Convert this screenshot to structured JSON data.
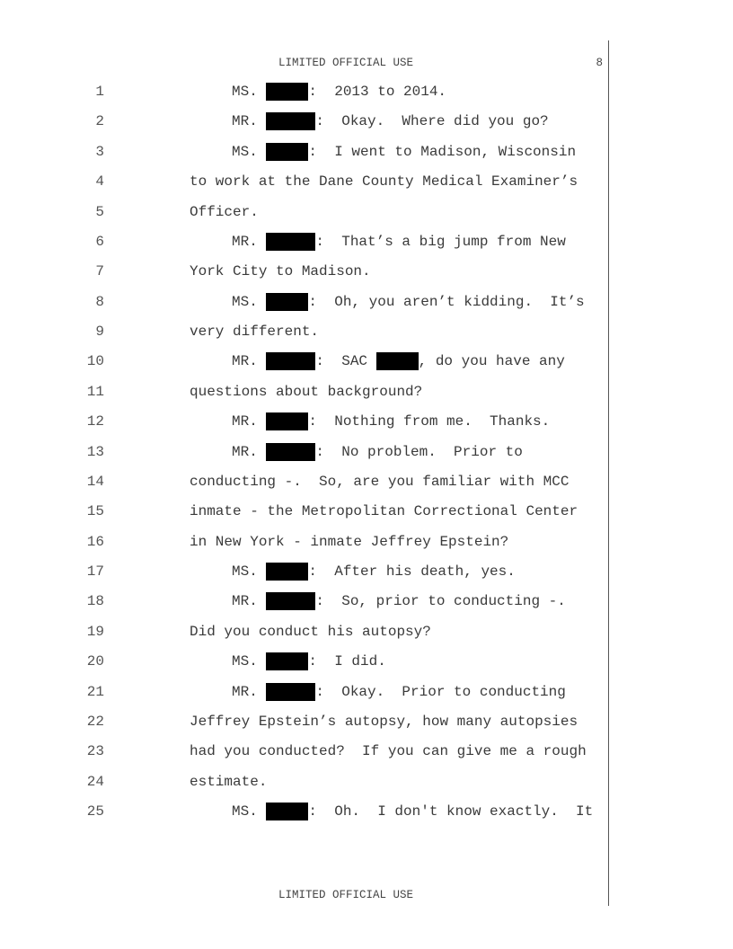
{
  "header": "LIMITED OFFICIAL USE",
  "footer": "LIMITED OFFICIAL USE",
  "page_number": "8",
  "lines": [
    {
      "n": "1",
      "indent": true,
      "seg": [
        {
          "t": "MS. "
        },
        {
          "r": "short"
        },
        {
          "t": ":  2013 to 2014."
        }
      ]
    },
    {
      "n": "2",
      "indent": true,
      "seg": [
        {
          "t": "MR. "
        },
        {
          "r": "long"
        },
        {
          "t": ":  Okay.  Where did you go?"
        }
      ]
    },
    {
      "n": "3",
      "indent": true,
      "seg": [
        {
          "t": "MS. "
        },
        {
          "r": "short"
        },
        {
          "t": ":  I went to Madison, Wisconsin"
        }
      ]
    },
    {
      "n": "4",
      "indent": false,
      "seg": [
        {
          "t": "to work at the Dane County Medical Examiner’s"
        }
      ]
    },
    {
      "n": "5",
      "indent": false,
      "seg": [
        {
          "t": "Officer."
        }
      ]
    },
    {
      "n": "6",
      "indent": true,
      "seg": [
        {
          "t": "MR. "
        },
        {
          "r": "long"
        },
        {
          "t": ":  That’s a big jump from New"
        }
      ]
    },
    {
      "n": "7",
      "indent": false,
      "seg": [
        {
          "t": "York City to Madison."
        }
      ]
    },
    {
      "n": "8",
      "indent": true,
      "seg": [
        {
          "t": "MS. "
        },
        {
          "r": "short"
        },
        {
          "t": ":  Oh, you aren’t kidding.  It’s"
        }
      ]
    },
    {
      "n": "9",
      "indent": false,
      "seg": [
        {
          "t": "very different."
        }
      ]
    },
    {
      "n": "10",
      "indent": true,
      "seg": [
        {
          "t": "MR. "
        },
        {
          "r": "long"
        },
        {
          "t": ":  SAC "
        },
        {
          "r": "short"
        },
        {
          "t": ", do you have any"
        }
      ]
    },
    {
      "n": "11",
      "indent": false,
      "seg": [
        {
          "t": "questions about background?"
        }
      ]
    },
    {
      "n": "12",
      "indent": true,
      "seg": [
        {
          "t": "MR. "
        },
        {
          "r": "short"
        },
        {
          "t": ":  Nothing from me.  Thanks."
        }
      ]
    },
    {
      "n": "13",
      "indent": true,
      "seg": [
        {
          "t": "MR. "
        },
        {
          "r": "long"
        },
        {
          "t": ":  No problem.  Prior to"
        }
      ]
    },
    {
      "n": "14",
      "indent": false,
      "seg": [
        {
          "t": "conducting -.  So, are you familiar with MCC"
        }
      ]
    },
    {
      "n": "15",
      "indent": false,
      "seg": [
        {
          "t": "inmate - the Metropolitan Correctional Center"
        }
      ]
    },
    {
      "n": "16",
      "indent": false,
      "seg": [
        {
          "t": "in New York - inmate Jeffrey Epstein?"
        }
      ]
    },
    {
      "n": "17",
      "indent": true,
      "seg": [
        {
          "t": "MS. "
        },
        {
          "r": "short"
        },
        {
          "t": ":  After his death, yes."
        }
      ]
    },
    {
      "n": "18",
      "indent": true,
      "seg": [
        {
          "t": "MR. "
        },
        {
          "r": "long"
        },
        {
          "t": ":  So, prior to conducting -."
        }
      ]
    },
    {
      "n": "19",
      "indent": false,
      "seg": [
        {
          "t": "Did you conduct his autopsy?"
        }
      ]
    },
    {
      "n": "20",
      "indent": true,
      "seg": [
        {
          "t": "MS. "
        },
        {
          "r": "short"
        },
        {
          "t": ":  I did."
        }
      ]
    },
    {
      "n": "21",
      "indent": true,
      "seg": [
        {
          "t": "MR. "
        },
        {
          "r": "long"
        },
        {
          "t": ":  Okay.  Prior to conducting"
        }
      ]
    },
    {
      "n": "22",
      "indent": false,
      "seg": [
        {
          "t": "Jeffrey Epstein’s autopsy, how many autopsies"
        }
      ]
    },
    {
      "n": "23",
      "indent": false,
      "seg": [
        {
          "t": "had you conducted?  If you can give me a rough"
        }
      ]
    },
    {
      "n": "24",
      "indent": false,
      "seg": [
        {
          "t": "estimate."
        }
      ]
    },
    {
      "n": "25",
      "indent": true,
      "seg": [
        {
          "t": "MS. "
        },
        {
          "r": "short"
        },
        {
          "t": ":  Oh.  I don't know exactly.  It"
        }
      ]
    }
  ]
}
